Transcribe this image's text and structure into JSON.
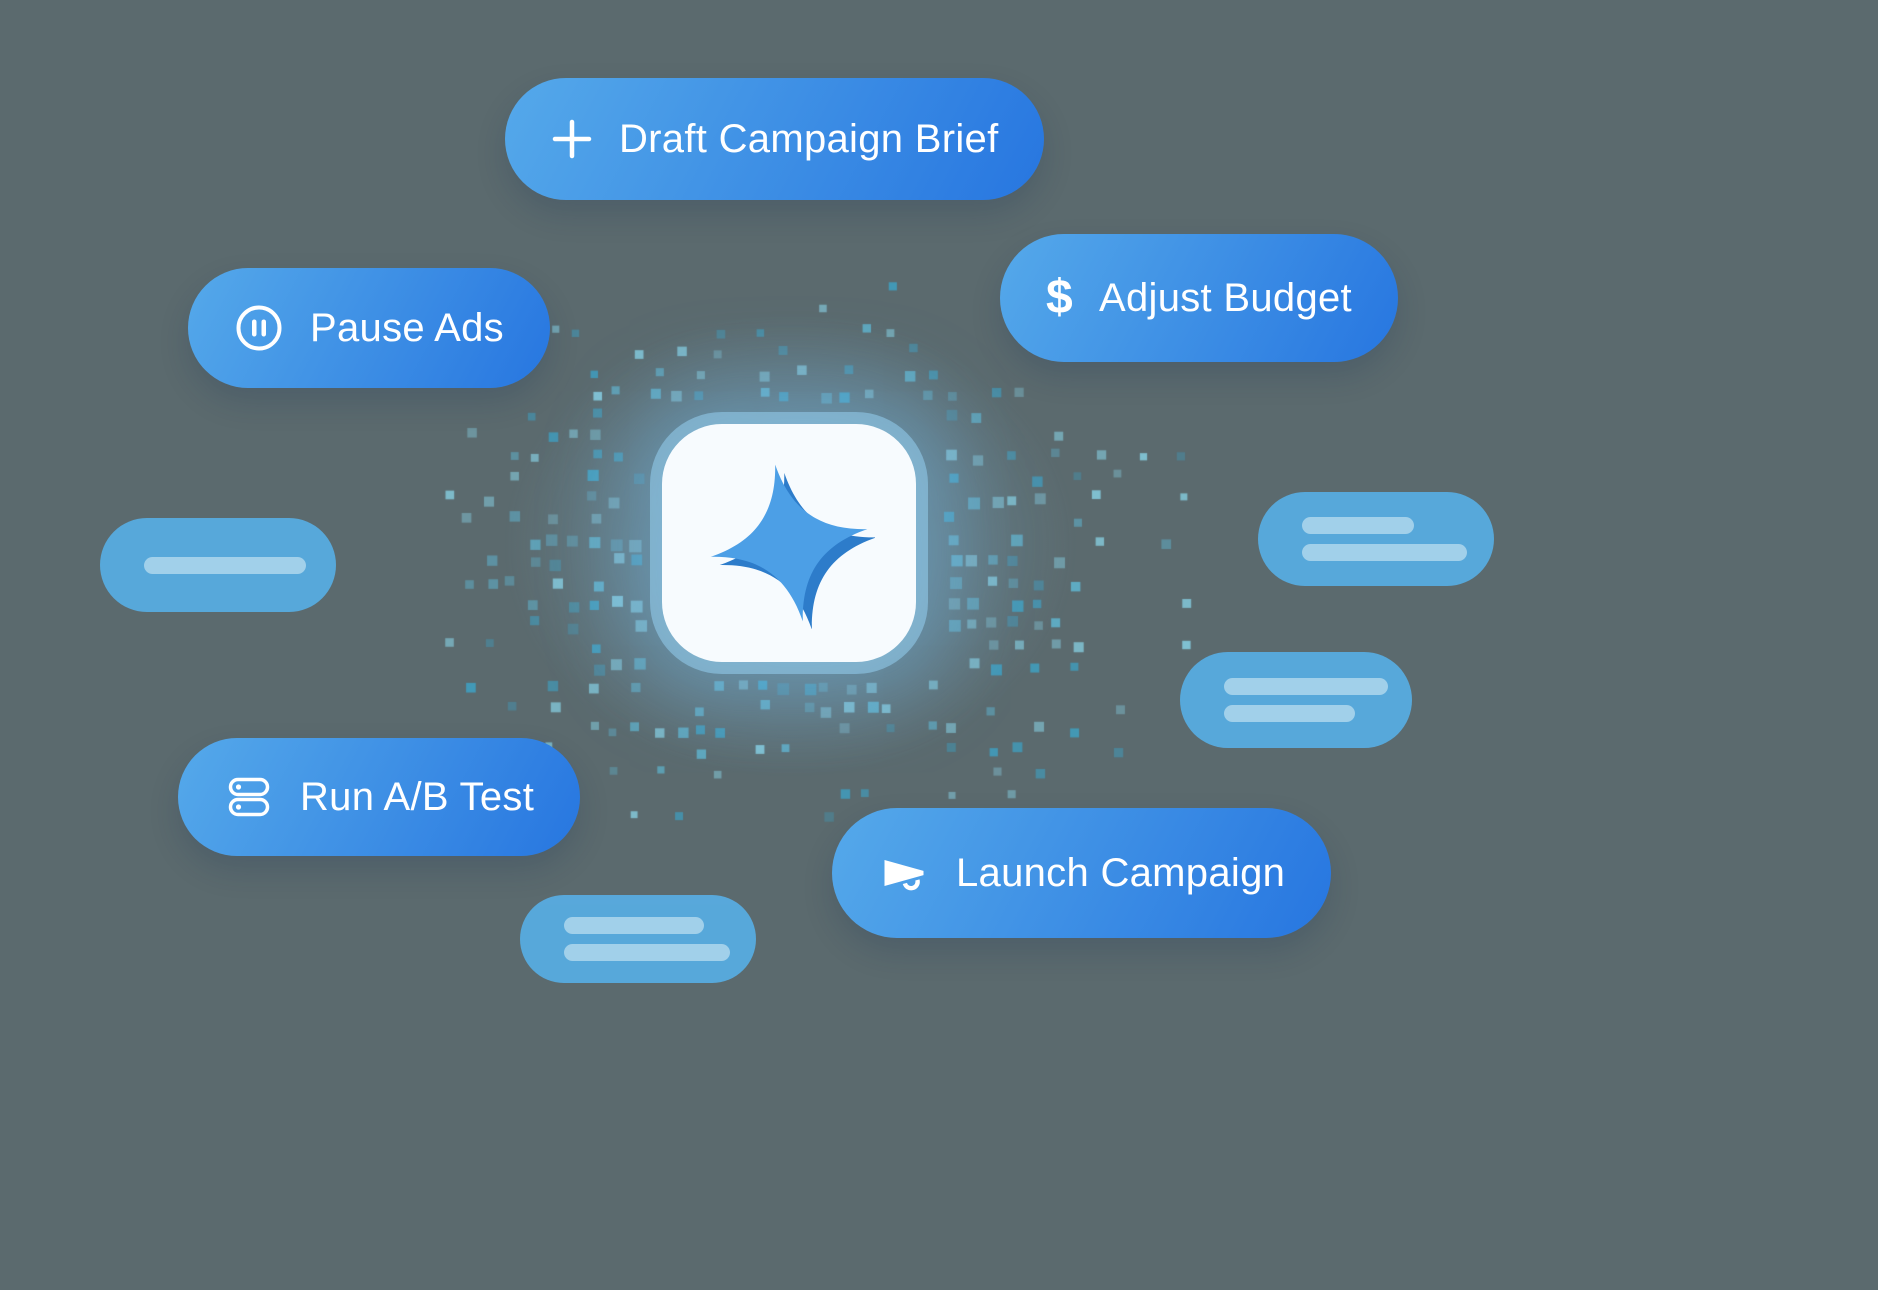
{
  "pills": {
    "draft": {
      "label": "Draft Campaign Brief",
      "icon": "plus-icon"
    },
    "adjust": {
      "label": "Adjust Budget",
      "icon": "dollar-icon"
    },
    "pause": {
      "label": "Pause Ads",
      "icon": "pause-circle-icon"
    },
    "abtest": {
      "label": "Run A/B Test",
      "icon": "ab-test-rows-icon"
    },
    "launch": {
      "label": "Launch Campaign",
      "icon": "megaphone-icon"
    }
  },
  "dollar_glyph": "$",
  "center": {
    "logo": "ai-sparkle-logo"
  },
  "skeleton_pills": [
    {
      "id": "skeleton-left",
      "lines": 1
    },
    {
      "id": "skeleton-right-upper",
      "lines": 2
    },
    {
      "id": "skeleton-right-lower",
      "lines": 2
    },
    {
      "id": "skeleton-bottom",
      "lines": 2
    }
  ],
  "colors": {
    "bg": "#5b6a6e",
    "pill_grad_start": "#55a9ea",
    "pill_grad_end": "#2776e0",
    "pill_text": "#ffffff",
    "skel_bg": "#58ace0",
    "skel_line": "#a6d6f1",
    "tile_bg": "#f7fbfe",
    "star_primary": "#4c9fe6",
    "star_shadow": "#2d7cca",
    "halo": "#8fcbe9"
  },
  "pattern": {
    "colors": [
      "#3f9ebf",
      "#5fb2cc",
      "#84cadc"
    ],
    "seed": 1337
  }
}
